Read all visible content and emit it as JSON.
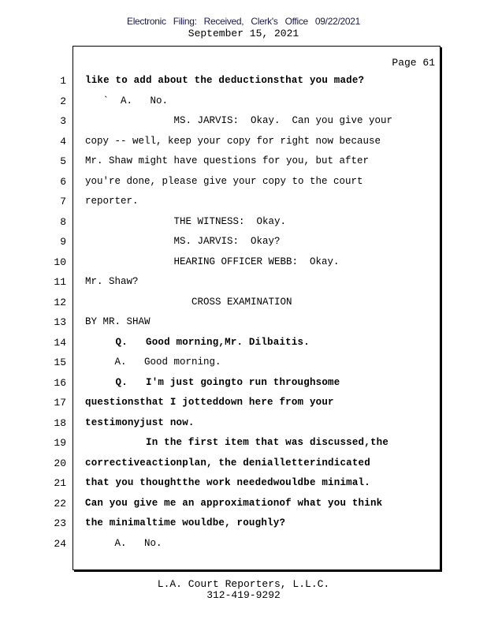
{
  "header": {
    "filing_stamp": "Electronic Filing: Received, Clerk's Office 09/22/2021",
    "date": "September 15, 2021"
  },
  "page_label": "Page 61",
  "lines": [
    {
      "n": "1",
      "text": "like to add about the deductionsthat you made?",
      "bold": true
    },
    {
      "n": "2",
      "text": "   `  A.   No.",
      "bold": false
    },
    {
      "n": "3",
      "text": "               MS. JARVIS:  Okay.  Can you give your",
      "bold": false
    },
    {
      "n": "4",
      "text": "copy -- well, keep your copy for right now because",
      "bold": false
    },
    {
      "n": "5",
      "text": "Mr. Shaw might have questions for you, but after",
      "bold": false
    },
    {
      "n": "6",
      "text": "you're done, please give your copy to the court",
      "bold": false
    },
    {
      "n": "7",
      "text": "reporter.",
      "bold": false
    },
    {
      "n": "8",
      "text": "               THE WITNESS:  Okay.",
      "bold": false
    },
    {
      "n": "9",
      "text": "               MS. JARVIS:  Okay?",
      "bold": false
    },
    {
      "n": "10",
      "text": "               HEARING OFFICER WEBB:  Okay.",
      "bold": false
    },
    {
      "n": "11",
      "text": "Mr. Shaw?",
      "bold": false
    },
    {
      "n": "12",
      "text": "                  CROSS EXAMINATION",
      "bold": false
    },
    {
      "n": "13",
      "text": "BY MR. SHAW",
      "bold": false
    },
    {
      "n": "14",
      "text": "     Q.   Good morning,Mr. Dilbaitis.",
      "bold": true
    },
    {
      "n": "15",
      "text": "     A.   Good morning.",
      "bold": false
    },
    {
      "n": "16",
      "text": "     Q.   I'm just goingto run throughsome",
      "bold": true
    },
    {
      "n": "17",
      "text": "questionsthat I jotteddown here from your",
      "bold": true
    },
    {
      "n": "18",
      "text": "testimonyjust now.",
      "bold": true
    },
    {
      "n": "19",
      "text": "          In the first item that was discussed,the",
      "bold": true
    },
    {
      "n": "20",
      "text": "correctiveactionplan, the denialletterindicated",
      "bold": true
    },
    {
      "n": "21",
      "text": "that you thoughtthe work neededwouldbe minimal.",
      "bold": true
    },
    {
      "n": "22",
      "text": "Can you give me an approximationof what you think",
      "bold": true
    },
    {
      "n": "23",
      "text": "the minimaltime wouldbe, roughly?",
      "bold": true
    },
    {
      "n": "24",
      "text": "     A.   No.",
      "bold": false
    }
  ],
  "footer": {
    "company": "L.A. Court Reporters, L.L.C.",
    "phone": "312-419-9292"
  }
}
